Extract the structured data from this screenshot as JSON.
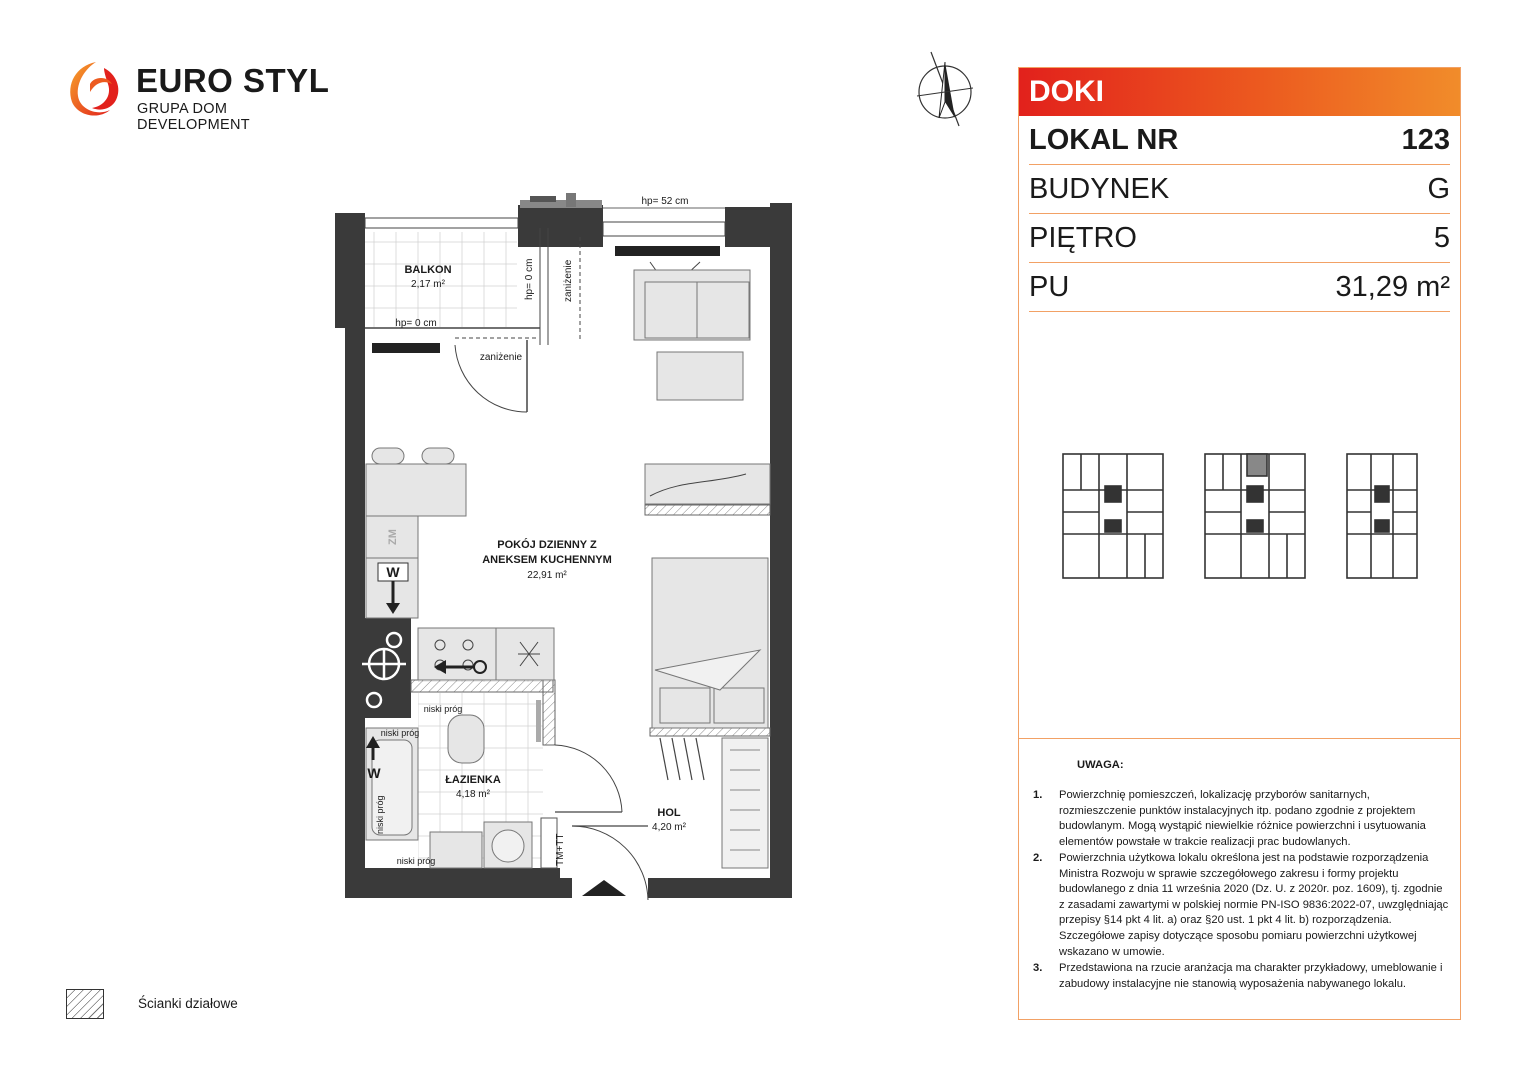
{
  "brand": {
    "name": "EURO STYL",
    "subtitle": "GRUPA DOM DEVELOPMENT",
    "colors": {
      "red": "#e2211c",
      "orange": "#f18c2a",
      "dark": "#1a1a1a"
    },
    "icon": "flame-logo-icon"
  },
  "panel": {
    "investment": "DOKI",
    "rows": [
      {
        "key": "LOKAL NR",
        "value": "123"
      },
      {
        "key": "BUDYNEK",
        "value": "G"
      },
      {
        "key": "PIĘTRO",
        "value": "5"
      },
      {
        "key": "PU",
        "value": "31,29 m²"
      }
    ],
    "notes_title": "UWAGA:",
    "notes": [
      {
        "num": "1.",
        "text": "Powierzchnię pomieszczeń, lokalizację przyborów sanitarnych, rozmieszczenie punktów instalacyjnych itp. podano zgodnie z projektem budowlanym. Mogą wystąpić niewielkie różnice powierzchni i usytuowania elementów powstałe w trakcie realizacji prac budowlanych."
      },
      {
        "num": "2.",
        "text": "Powierzchnia użytkowa lokalu określona jest na podstawie rozporządzenia Ministra Rozwoju w sprawie szczegółowego zakresu i formy projektu budowlanego z dnia 11 września 2020 (Dz. U. z 2020r. poz. 1609), tj. zgodnie z zasadami zawartymi w polskiej normie PN-ISO 9836:2022-07, uwzględniając przepisy §14 pkt 4 lit. a) oraz §20 ust. 1 pkt 4 lit. b) rozporządzenia. Szczegółowe zapisy dotyczące sposobu pomiaru powierzchni użytkowej wskazano w umowie."
      },
      {
        "num": "3.",
        "text": "Przedstawiona na rzucie aranżacja ma charakter przykładowy, umeblowanie i zabudowy instalacyjne nie stanowią wyposażenia nabywanego lokalu."
      }
    ]
  },
  "plan": {
    "rooms": [
      {
        "name": "BALKON",
        "area": "2,17 m²"
      },
      {
        "name_line1": "POKÓJ DZIENNY Z",
        "name_line2": "ANEKSEM KUCHENNYM",
        "area": "22,91 m²"
      },
      {
        "name": "ŁAZIENKA",
        "area": "4,18 m²"
      },
      {
        "name": "HOL",
        "area": "4,20 m²"
      }
    ],
    "labels": {
      "hp52": "hp= 52 cm",
      "hp0_horizontal": "hp= 0 cm",
      "hp0_vertical": "hp= 0 cm",
      "zanizenie_top": "zaniżenie",
      "zanizenie_bottom": "zaniżenie",
      "niski_prog": "niski próg",
      "tm_tt": "TM+TT",
      "zm": "ZM",
      "w": "W"
    },
    "wall_color": "#3a3a3a",
    "compass_icon": "north-arrow-icon"
  },
  "legend": {
    "label": "Ścianki działowe"
  }
}
